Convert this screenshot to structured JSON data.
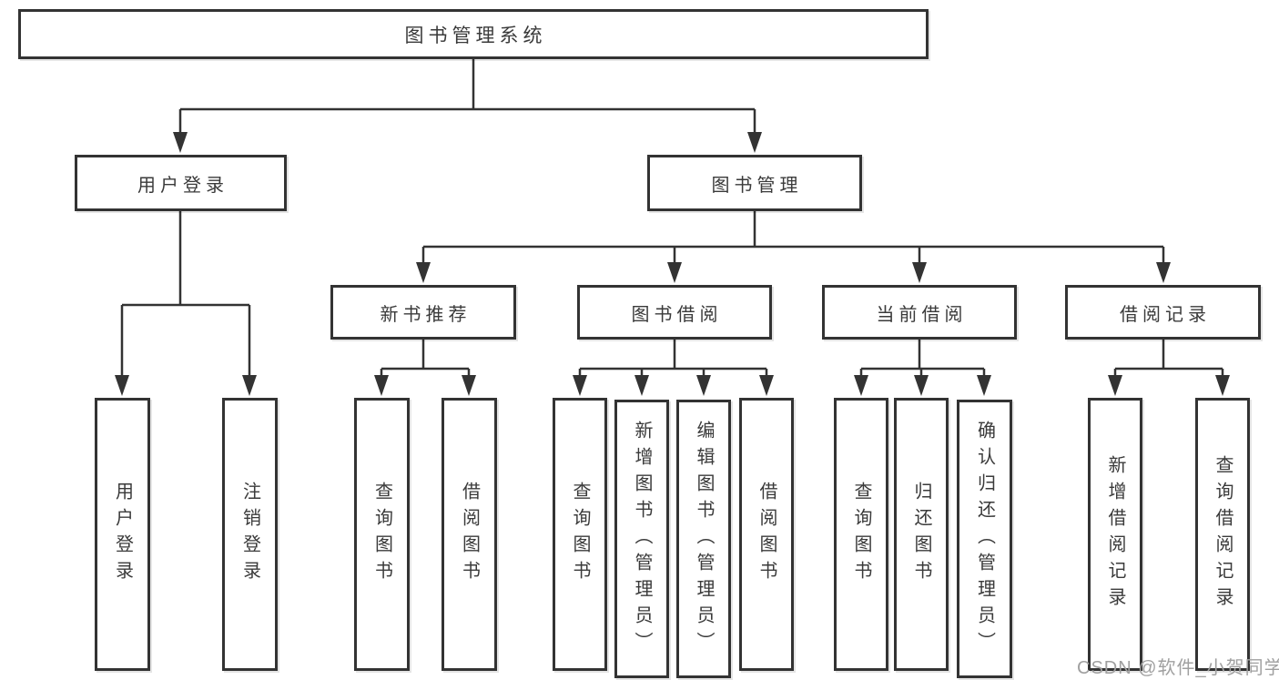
{
  "tree": {
    "label": "图书管理系统",
    "children": [
      {
        "label": "用户登录",
        "children": [
          {
            "label": "用户登录"
          },
          {
            "label": "注销登录"
          }
        ]
      },
      {
        "label": "图书管理",
        "children": [
          {
            "label": "新书推荐",
            "children": [
              {
                "label": "查询图书"
              },
              {
                "label": "借阅图书"
              }
            ]
          },
          {
            "label": "图书借阅",
            "children": [
              {
                "label": "查询图书"
              },
              {
                "label": "新增图书（管理员）"
              },
              {
                "label": "编辑图书（管理员）"
              },
              {
                "label": "借阅图书"
              }
            ]
          },
          {
            "label": "当前借阅",
            "children": [
              {
                "label": "查询图书"
              },
              {
                "label": "归还图书"
              },
              {
                "label": "确认归还（管理员）"
              }
            ]
          },
          {
            "label": "借阅记录",
            "children": [
              {
                "label": "新增借阅记录"
              },
              {
                "label": "查询借阅记录"
              }
            ]
          }
        ]
      }
    ]
  },
  "watermark": {
    "text": "CSDN @软件_小贺同学"
  },
  "colors": {
    "line": "#333333",
    "box_border": "#333333",
    "text": "#3a3a3a",
    "watermark": "#a0a0a0",
    "background": "#ffffff"
  }
}
